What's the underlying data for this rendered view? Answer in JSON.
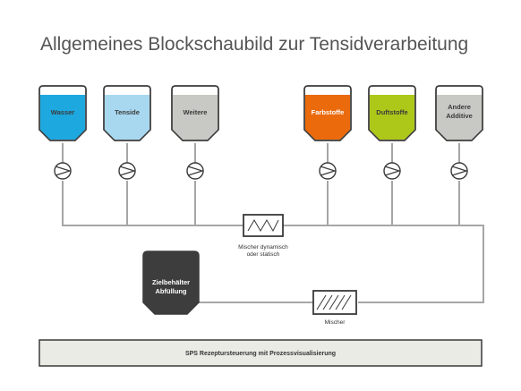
{
  "title": "Allgemeines Blockschaubild zur Tensidverarbeitung",
  "tanks": [
    {
      "label": [
        "Wasser"
      ],
      "color": "#1ea8e0"
    },
    {
      "label": [
        "Tenside"
      ],
      "color": "#a8d8f0"
    },
    {
      "label": [
        "Weitere"
      ],
      "color": "#c8c8c4"
    },
    {
      "label": [
        "Farbstoffe"
      ],
      "color": "#ea6a0c"
    },
    {
      "label": [
        "Duftstoffe"
      ],
      "color": "#aec81a"
    },
    {
      "label": [
        "Andere",
        "Additive"
      ],
      "color": "#c8c8c4"
    }
  ],
  "mixer_top": {
    "label": [
      "Mischer dynamisch",
      "oder statisch"
    ]
  },
  "mixer_bottom": {
    "label": [
      "Mischer"
    ]
  },
  "target": {
    "label": [
      "Zielbehälter",
      "Abfüllung"
    ],
    "color": "#3d3d3d"
  },
  "control_bar": {
    "label": "SPS Rezeptursteuerung mit Prozessvisualisierung"
  }
}
